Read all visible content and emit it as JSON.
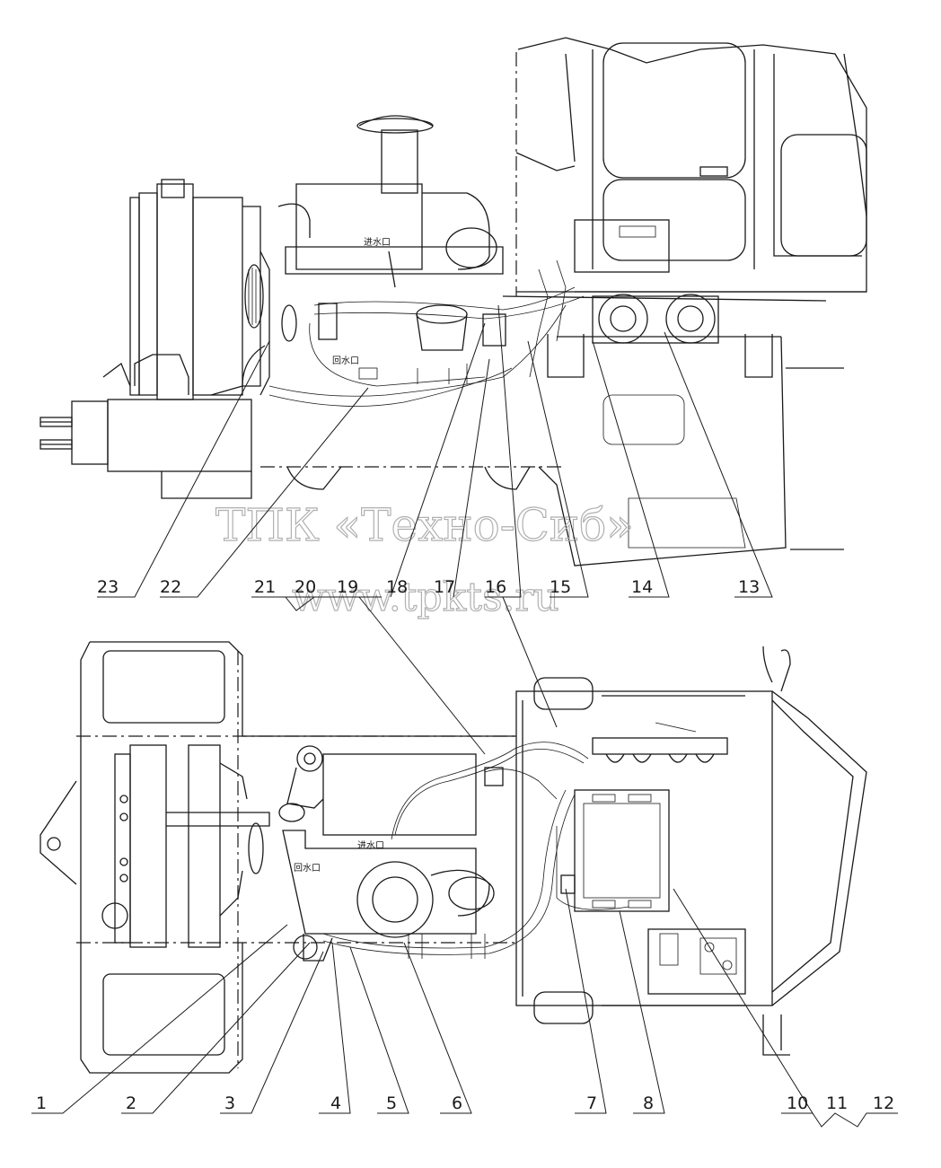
{
  "watermark": {
    "company": "ТПК «Техно-Сиб»",
    "url": "www.tpkts.ru"
  },
  "top_view_labels": {
    "water_inlet": "进水口",
    "water_return": "回水口"
  },
  "bottom_view_labels": {
    "water_inlet": "进水口",
    "water_return": "回水口"
  },
  "callouts_top": [
    "23",
    "22",
    "21",
    "20",
    "19",
    "18",
    "17",
    "16",
    "15",
    "14",
    "13"
  ],
  "callouts_bottom": [
    "1",
    "2",
    "3",
    "4",
    "5",
    "6",
    "7",
    "8",
    "10",
    "11",
    "12"
  ]
}
